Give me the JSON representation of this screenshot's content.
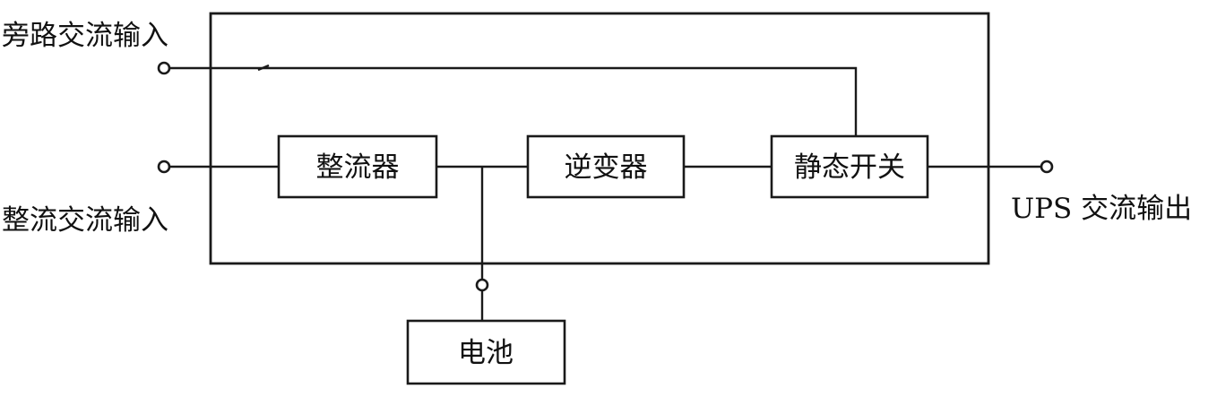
{
  "diagram": {
    "labels": {
      "bypass_input": "旁路交流输入",
      "rectifier_input": "整流交流输入",
      "ups_output": "UPS 交流输出"
    },
    "blocks": {
      "rectifier": "整流器",
      "inverter": "逆变器",
      "static_switch": "静态开关",
      "battery": "电池"
    }
  }
}
